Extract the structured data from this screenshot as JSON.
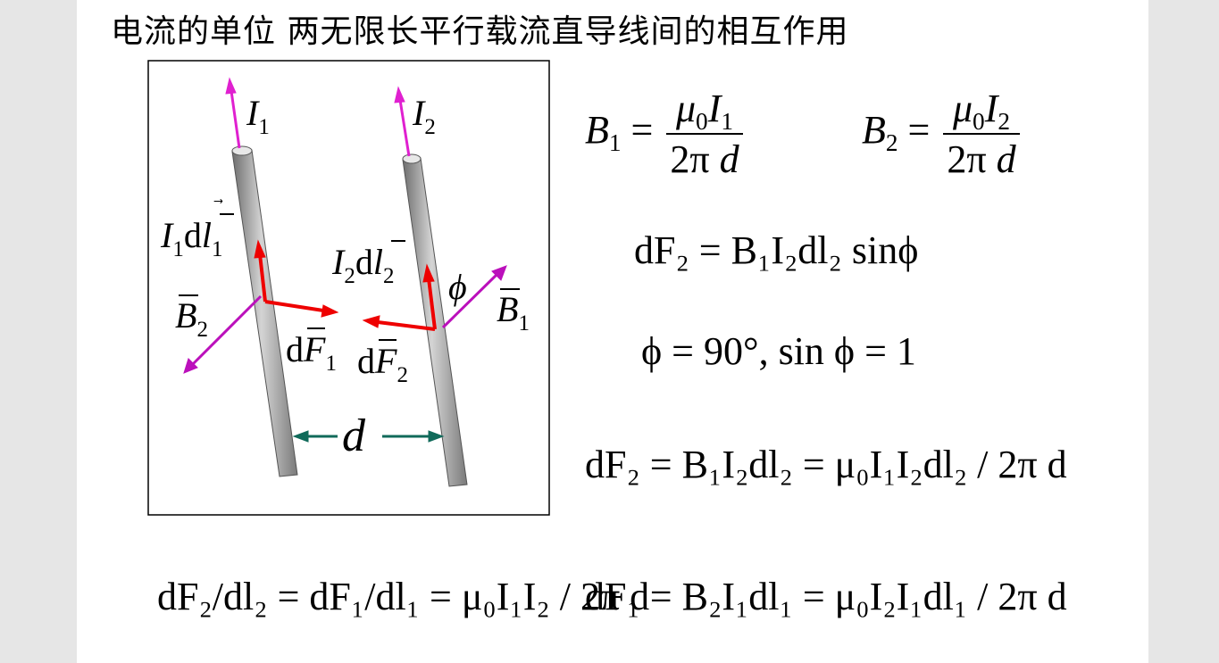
{
  "title": "电流的单位  两无限长平行载流直导线间的相互作用",
  "colors": {
    "current_arrow": "#e020d0",
    "force_arrow": "#ee0000",
    "field_arrow": "#bb10bb",
    "distance_arrow": "#106a5a",
    "wire": "#a8a8a8"
  },
  "diagram": {
    "wire1_current": "I",
    "wire1_current_sub": "1",
    "wire2_current": "I",
    "wire2_current_sub": "2",
    "element1_label": "I",
    "element1_sub": "1",
    "element1_d": "d",
    "element1_l": "l",
    "element1_l_sub": "1",
    "element2_label": "I",
    "element2_sub": "2",
    "element2_d": "d",
    "element2_l": "l",
    "element2_l_sub": "2",
    "field2_label": "B",
    "field2_sub": "2",
    "field1_label": "B",
    "field1_sub": "1",
    "force1_d": "d",
    "force1_label": "F",
    "force1_sub": "1",
    "force2_d": "d",
    "force2_label": "F",
    "force2_sub": "2",
    "angle_label": "ϕ",
    "distance_label": "d"
  },
  "equations": {
    "eq_B1": {
      "lhs": "B",
      "lhs_sub": "1",
      "num": "μ",
      "num_sub": "0",
      "num2": "I",
      "num2_sub": "1",
      "den": "2π",
      "den_var": "d"
    },
    "eq_B2": {
      "lhs": "B",
      "lhs_sub": "2",
      "num": "μ",
      "num_sub": "0",
      "num2": "I",
      "num2_sub": "2",
      "den": "2π",
      "den_var": "d"
    },
    "eq_dF2": "dF₂ = B₁I₂dl₂ sinϕ",
    "eq_phi": "ϕ = 90°, sin ϕ = 1",
    "eq_dF2_full": "dF₂ = B₁I₂dl₂ = μ₀I₁I₂dl₂ / 2π d",
    "eq_dF1_full": "dF₁ = B₂I₁dl₁ = μ₀I₂I₁dl₁ / 2π d",
    "eq_ratio": "dF₂/dl₂ = dF₁/dl₁ = μ₀I₁I₂ / 2π d"
  }
}
